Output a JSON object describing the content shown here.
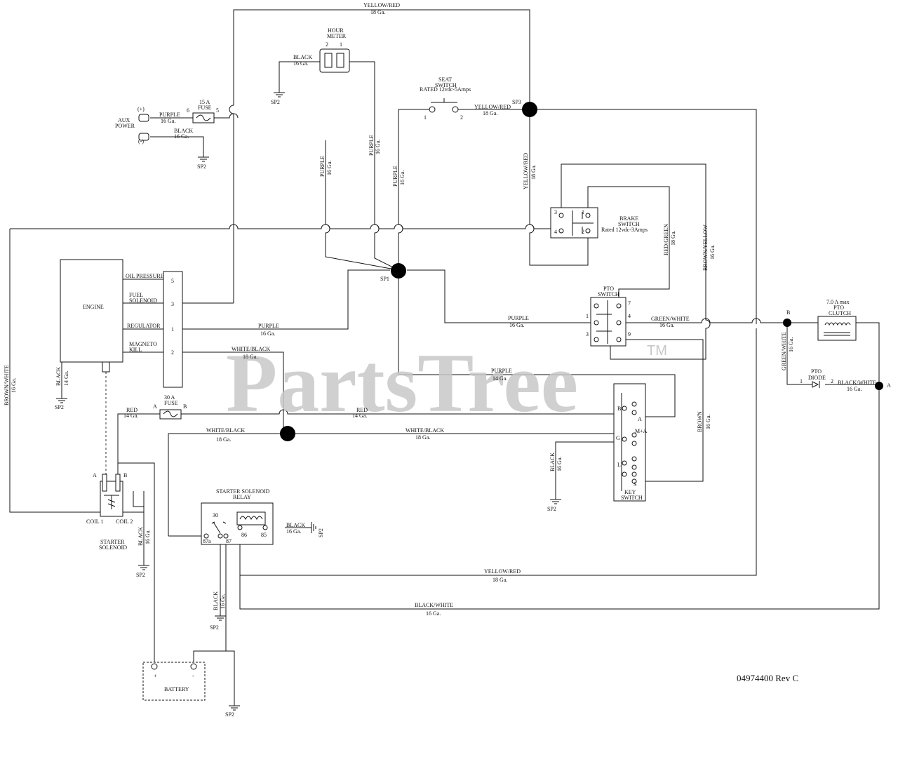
{
  "watermark": {
    "text": "PartsTree",
    "tm": "TM"
  },
  "doc_number": "04974400 Rev C",
  "components": {
    "hour_meter": {
      "title1": "HOUR",
      "title2": "METER",
      "pin2": "2",
      "pin1": "1"
    },
    "seat_switch": {
      "title1": "SEAT",
      "title2": "SWITCH",
      "rating": "RATED 12vdc-5Amps",
      "pin1": "1",
      "pin2": "2"
    },
    "fuse15": {
      "title1": "15 A",
      "title2": "FUSE",
      "pin6": "6",
      "pin5": "5"
    },
    "aux_power": {
      "title1": "AUX",
      "title2": "POWER",
      "plus": "(+)",
      "minus": "(-)"
    },
    "brake_switch": {
      "title1": "BRAKE",
      "title2": "SWITCH",
      "rating": "Rated 12vdc-3Amps",
      "p3": "3",
      "p1": "1",
      "p4": "4",
      "p2": "2"
    },
    "engine": {
      "title": "ENGINE",
      "oil": "OIL PRESSURE",
      "fuel1": "FUEL",
      "fuel2": "SOLENOID",
      "reg": "REGULATOR",
      "mag1": "MAGNETO",
      "mag2": "KILL",
      "p5": "5",
      "p3": "3",
      "p1": "1",
      "p2": "2"
    },
    "pto_switch": {
      "title1": "PTO",
      "title2": "SWITCH",
      "p7": "7",
      "p1": "1",
      "p4": "4",
      "p3": "3",
      "p9": "9"
    },
    "pto_clutch": {
      "title1": "7.0 A max",
      "title2": "PTO",
      "title3": "CLUTCH"
    },
    "pto_diode": {
      "title1": "PTO",
      "title2": "DIODE",
      "p1": "1",
      "p2": "2"
    },
    "fuse30": {
      "title1": "30 A",
      "title2": "FUSE",
      "a": "A",
      "b": "B"
    },
    "key_switch": {
      "title1": "KEY",
      "title2": "SWITCH",
      "b": "B",
      "a": "A",
      "ma": "M+A",
      "g": "G",
      "l": "L",
      "s": "S"
    },
    "starter_solenoid": {
      "title1": "STARTER",
      "title2": "SOLENOID",
      "coil1": "COIL 1",
      "coil2": "COIL 2",
      "a": "A",
      "b": "B"
    },
    "relay": {
      "title1": "STARTER SOLENOID",
      "title2": "RELAY",
      "p30": "30",
      "p87a": "87a",
      "p87": "87",
      "p86": "86",
      "p85": "85"
    },
    "battery": {
      "title": "BATTERY",
      "plus": "+",
      "minus": "-"
    },
    "splices": {
      "sp1": "SP1",
      "sp3": "SP3",
      "a": "A",
      "b": "B"
    }
  },
  "wire_labels": {
    "yellow_red": "YELLOW/RED",
    "g18": "18 Ga.",
    "g16": "16 Ga.",
    "g14": "14 Ga.",
    "black": "BLACK",
    "purple": "PURPLE",
    "red_green": "RED/GREEN",
    "brown_yellow": "BROWN/YELLOW",
    "green_white": "GREEN/WHITE",
    "brown_white": "BROWN/WHITE",
    "white_black": "WHITE/BLACK",
    "red": "RED",
    "brown": "BROWN",
    "black_white": "BLACK/WHITE",
    "sp2": "SP2"
  }
}
